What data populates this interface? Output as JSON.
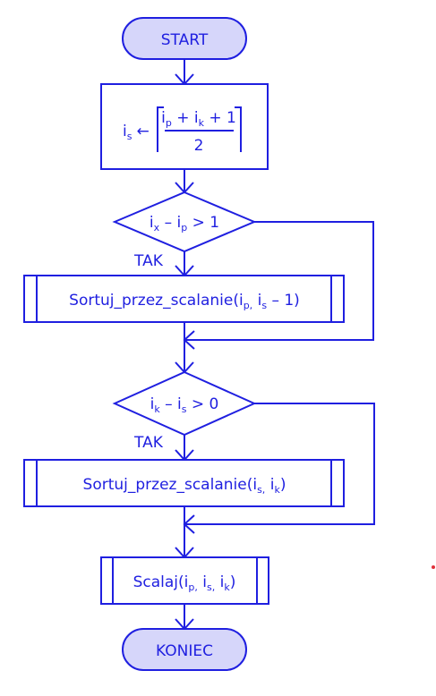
{
  "colors": {
    "stroke": "#1f1fe0",
    "terminal_fill": "#d6d6fa",
    "background": "#ffffff",
    "dot": "#e0303a"
  },
  "start": {
    "label": "START"
  },
  "assign": {
    "lhs": "i",
    "lhs_sub": "s",
    "arrow": "←",
    "num_a": "i",
    "num_a_sub": "p",
    "num_plus1": " + i",
    "num_b_sub": "k",
    "num_plus2": " + 1",
    "denominator": "2"
  },
  "decision1": {
    "a": "i",
    "a_sub": "x",
    "minus": " – i",
    "b_sub": "p",
    "rest": " > 1",
    "yes_label": "TAK"
  },
  "call1": {
    "prefix": "Sortuj_przez_scalanie(i",
    "a_sub": "p,",
    "mid": " i",
    "b_sub": "s",
    "suffix": " – 1)"
  },
  "decision2": {
    "a": "i",
    "a_sub": "k",
    "minus": " – i",
    "b_sub": "s",
    "rest": " > 0",
    "yes_label": "TAK"
  },
  "call2": {
    "prefix": "Sortuj_przez_scalanie(i",
    "a_sub": "s,",
    "mid": " i",
    "b_sub": "k",
    "suffix": ")"
  },
  "merge": {
    "prefix": "Scalaj(i",
    "a_sub": "p,",
    "mid1": " i",
    "b_sub": "s,",
    "mid2": " i",
    "c_sub": "k",
    "suffix": ")"
  },
  "end": {
    "label": "KONIEC"
  }
}
